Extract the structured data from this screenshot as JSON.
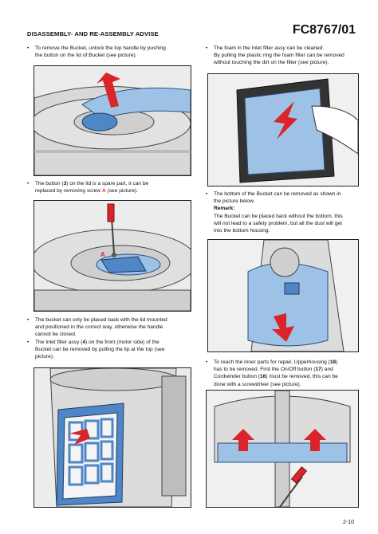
{
  "header": {
    "title": "DISASSEMBLY- AND RE-ASSEMBLY ADVISE",
    "model": "FC8767/01"
  },
  "left": {
    "s1": {
      "t1": "To remove the Bucket, unlock the top handle by pushing",
      "t2": "the button on the lid of Bucket  (see picture)."
    },
    "s2": {
      "t1": "The button (",
      "n1": "3",
      "t2": ") on the lid is a spare part, it can be",
      "t3": "replaced by removing screw ",
      "a": "A",
      "t4": " (see picture)."
    },
    "s3": {
      "t1": "The bucket can only be placed back with the lid mounted",
      "t2": "and positioned in the correct way, otherwise the handle",
      "t3": "cannot be closed."
    },
    "s4": {
      "t1": "The Inlet filter assy (",
      "n1": "4",
      "t2": ") on the front (motor side) of the",
      "t3": "Bucket can be removed by pulling the lip at the top (see",
      "t4": "picture)."
    },
    "fig2_label": "A"
  },
  "right": {
    "s1": {
      "t1": "The foam in the Inlet filter assy can be cleaned.",
      "t2": "By pulling the plastic ring the foam filter can be removed",
      "t3": "without touching the dirt on the filter (see picture)."
    },
    "s2": {
      "t1": "The bottom of the Bucket can be removed as shown in",
      "t2": "the picture below.",
      "remark": "Remark:",
      "t3": "The Bucket can be placed back without the bottom, this",
      "t4": "will not lead to a safety problem, but all the dust will get",
      "t5": "into the bottom housing."
    },
    "s3": {
      "t1": "To reach the inner parts for repair, Upperhousing (",
      "n1": "18",
      "t2": ")",
      "t3": "has to be removed.  First the On/Off button (",
      "n2": "17",
      "t4": ") and",
      "t5": "Cordwinder button (",
      "n3": "16",
      "t6": ") must be removed, this can be",
      "t7": "done with a screwdriver (see picture)."
    }
  },
  "page_number": "2-10",
  "colors": {
    "accent_blue": "#4f86c6",
    "light_blue": "#9ec2e6",
    "arrow_red": "#d9252a"
  }
}
